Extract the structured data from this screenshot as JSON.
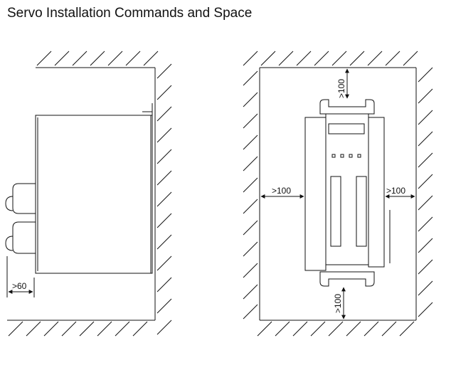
{
  "title": "Servo Installation Commands and Space",
  "left_view": {
    "side_clearance_label": ">60"
  },
  "right_view": {
    "top_clearance_label": ">100",
    "bottom_clearance_label": ">100",
    "left_clearance_label": ">100",
    "right_clearance_label": ">100"
  },
  "colors": {
    "line": "#111111",
    "background": "#ffffff"
  }
}
